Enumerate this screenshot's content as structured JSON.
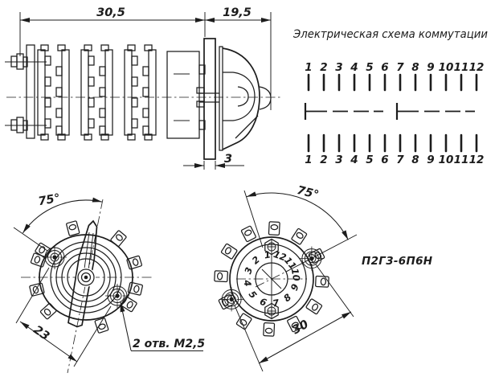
{
  "colors": {
    "ink": "#1c1c1c",
    "background": "#ffffff"
  },
  "schema": {
    "title": "Электрическая схема коммутации",
    "contacts_top": [
      "1",
      "2",
      "3",
      "4",
      "5",
      "6",
      "7",
      "8",
      "9",
      "10",
      "11",
      "12"
    ],
    "contacts_bottom": [
      "1",
      "2",
      "3",
      "4",
      "5",
      "6",
      "7",
      "8",
      "9",
      "10",
      "11",
      "12"
    ]
  },
  "side_view": {
    "dim_length": "30,5",
    "dim_knob": "19,5",
    "dim_panel": "3"
  },
  "front_view": {
    "angle": "75°",
    "dim_holes": "23",
    "note": "2 отв. М2,5"
  },
  "rear_view": {
    "angle": "75°",
    "dim_holes": "30",
    "dial_numbers": [
      "1",
      "2",
      "3",
      "4",
      "5",
      "6",
      "7",
      "8",
      "9",
      "10",
      "11",
      "12"
    ]
  },
  "model_label": "П2Г3-6П6Н"
}
